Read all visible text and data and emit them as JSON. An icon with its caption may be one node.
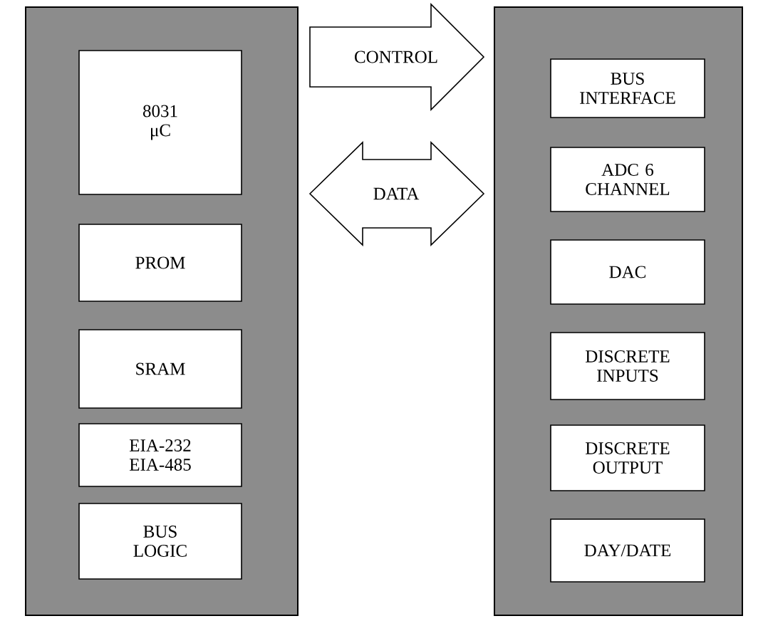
{
  "diagram": {
    "nodes": [
      {
        "text": [],
        "shape": "box"
      },
      {
        "text": [
          "8031 μC"
        ],
        "in": 0
      },
      {
        "text": [
          "PROM"
        ],
        "in": 0
      },
      {
        "text": [
          "SRAM"
        ],
        "in": 0
      },
      {
        "text": [
          "EIA-232 EIA-485"
        ],
        "in": 0
      },
      {
        "text": [
          "BUS LOGIC"
        ],
        "in": 0
      },
      {
        "text": [],
        "shape": "box"
      },
      {
        "text": [
          "BUS INTERFACE"
        ],
        "in": 6
      },
      {
        "text": [
          "ADC 6 CHANNEL"
        ],
        "in": 6
      },
      {
        "text": [
          "DAC"
        ],
        "in": 6
      },
      {
        "text": [
          "DISCRETE INPUTS"
        ],
        "in": 6
      },
      {
        "text": [
          "DISCRETE OUTPUT"
        ],
        "in": 6
      },
      {
        "text": [
          "DAY/DATE"
        ],
        "in": 6
      }
    ],
    "edges": [
      {
        "from": 0,
        "to": 6,
        "arrow": "to",
        "label": "CONTROL"
      },
      {
        "from": 0,
        "to": 6,
        "arrow": "both",
        "label": "DATA"
      }
    ]
  }
}
